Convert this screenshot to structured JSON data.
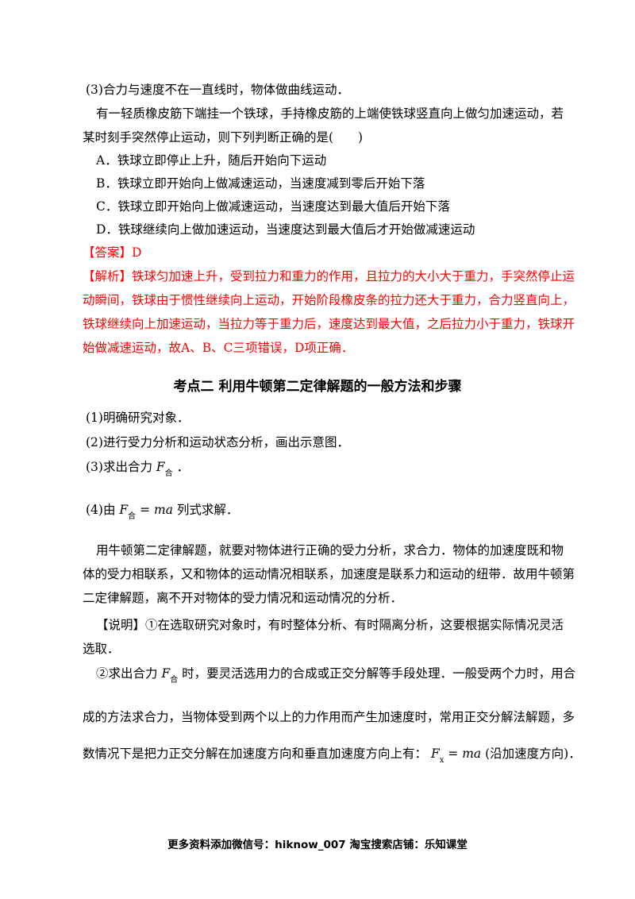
{
  "paragraphs": {
    "p1": "(3)合力与速度不在一直线时，物体做曲线运动．",
    "q_line1": "有一轻质橡皮筋下端挂一个铁球，手持橡皮筋的上端使铁球竖直向上做匀加速运动，若",
    "q_line2": "某时刻手突然停止运动，则下列判断正确的是(　　)",
    "optA": "A．铁球立即停止上升，随后开始向下运动",
    "optB": "B．铁球立即开始向上做减速运动，当速度减到零后开始下落",
    "optC": "C．铁球立即开始向上做减速运动，当速度达到最大值后开始下落",
    "optD": "D．铁球继续向上做加速运动，当速度达到最大值后才开始做减速运动",
    "answer": "【答案】D",
    "ana1": "【解析】铁球匀加速上升，受到拉力和重力的作用，且拉力的大小大于重力，手突然停止运",
    "ana2": "动瞬间，铁球由于惯性继续向上运动，开始阶段橡皮条的拉力还大于重力，合力竖直向上，",
    "ana3": "铁球继续向上加速运动，当拉力等于重力后，速度达到最大值，之后拉力小于重力，铁球开",
    "ana4": "始做减速运动，故A、B、C三项错误，D项正确．"
  },
  "heading": "考点二  利用牛顿第二定律解题的一般方法和步骤",
  "steps": {
    "s1": "(1)明确研究对象．",
    "s2": "(2)进行受力分析和运动状态分析，画出示意图．",
    "s3_prefix": "(3)求出合力",
    "s3_suffix": "．",
    "s4_prefix": "(4)由",
    "s4_suffix": "列式求解．"
  },
  "formulas": {
    "F": "F",
    "he": "合",
    "ma": "= ma",
    "x": "x"
  },
  "body": {
    "b1": "用牛顿第二定律解题，就要对物体进行正确的受力分析，求合力．物体的加速度既和物",
    "b2": "体的受力相联系，又和物体的运动情况相联系，加速度是联系力和运动的纽带．故用牛顿第",
    "b3": "二定律解题，离不开对物体的受力情况和运动情况的分析．",
    "n1": "【说明】①在选取研究对象时，有时整体分析、有时隔离分析，这要根据实际情况灵活",
    "n2": "选取．",
    "n3_prefix": "②求出合力",
    "n3_suffix": "时，要灵活选用力的合成或正交分解等手段处理．一般受两个力时，用合",
    "n4": "成的方法求合力，当物体受到两个以上的力作用而产生加速度时，常用正交分解法解题，多",
    "n5_prefix": "数情况下是把力正交分解在加速度方向和垂直加速度方向上有：",
    "n5_suffix": "(沿加速度方向)．"
  },
  "footer": "更多资料添加微信号：hiknow_007  淘宝搜索店铺：乐知课堂"
}
